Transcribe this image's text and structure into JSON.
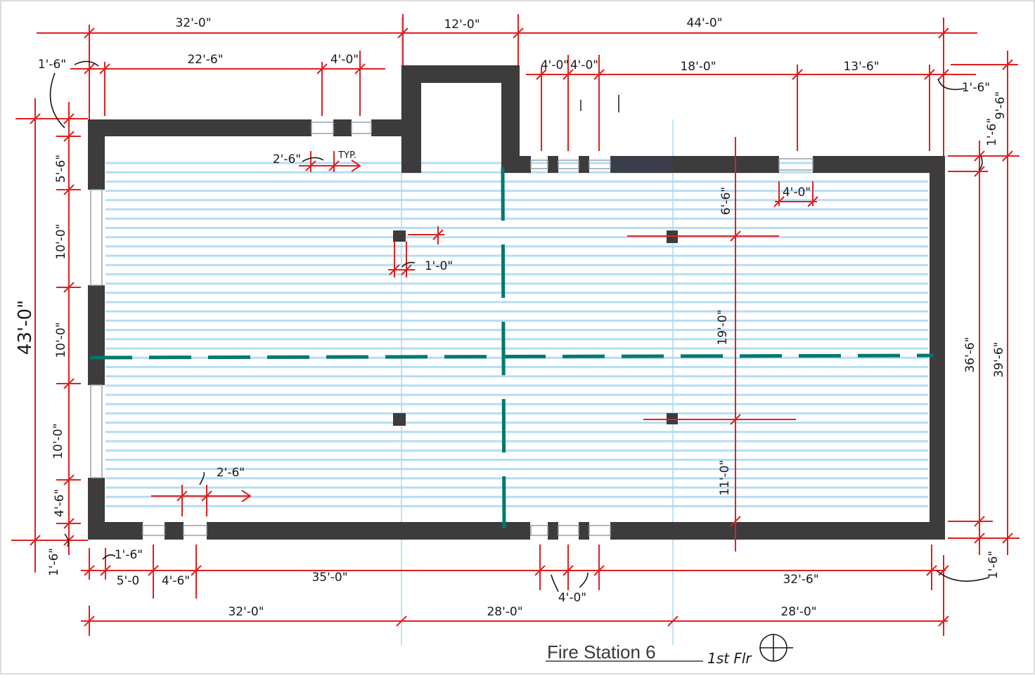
{
  "title": "Fire Station  6",
  "floor_note": "1st Flr",
  "colors": {
    "dimension_line": "#e02020",
    "wall": "#3d3b3c",
    "grid_line": "#a9d8f2",
    "axis_dash": "#00796b",
    "window": "#bfc4c8"
  },
  "dimensions": {
    "top_overall_1": "32'-0\"",
    "top_overall_2": "12'-0\"",
    "top_overall_3": "44'-0\"",
    "top_left_offset": "1'-6\"",
    "top_seg_1": "22'-6\"",
    "top_seg_2": "4'-0\"",
    "top_r1": "4'-0\"",
    "top_r2": "4'-0\"",
    "top_r3": "18'-0\"",
    "top_r4": "13'-6\"",
    "top_right_offset": "1'-6\"",
    "right_upper_a": "1'-6\"",
    "right_upper_b": "9'-6\"",
    "right_inner_1": "36'-6\"",
    "right_outer_1": "39'-6\"",
    "right_bottom_offset": "1'-6\"",
    "left_overall": "43'-0\"",
    "left_1": "5'-6\"",
    "left_2": "10'-0\"",
    "left_3": "10'-0\"",
    "left_4": "10'-0\"",
    "left_5": "4'-6\"",
    "left_bottom_offset": "1'-6\"",
    "window_spacing": "2'-6\"",
    "typ": "TYP.",
    "column_size": "1'-0\"",
    "bottom_window_spacing": "2'-6\"",
    "interior_1": "6'-6\"",
    "interior_2": "19'-0\"",
    "interior_3": "11'-0\"",
    "interior_window": "4'-0\"",
    "bottom_offset_left": "1'-6\"",
    "bottom_seg_1": "5'-0",
    "bottom_seg_2": "4'-6\"",
    "bottom_seg_3": "35'-0\"",
    "bottom_seg_4": "4'-0\"",
    "bottom_seg_5": "32'-6\"",
    "bottom_overall_1": "32'-0\"",
    "bottom_overall_2": "28'-0\"",
    "bottom_overall_3": "28'-0\""
  }
}
